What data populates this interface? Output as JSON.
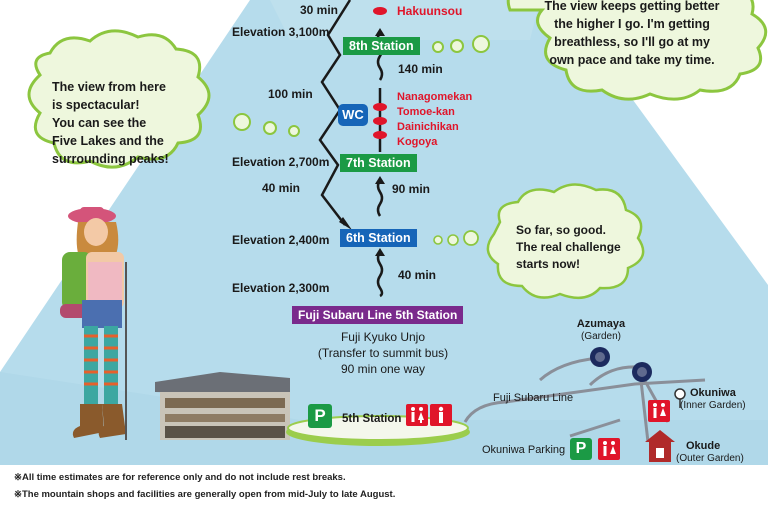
{
  "times": {
    "t_30": "30 min",
    "t_100": "100 min",
    "t_40_left": "40 min",
    "t_140": "140 min",
    "t_90": "90 min",
    "t_40_right": "40 min"
  },
  "elevations": {
    "e_3100": "Elevation 3,100m",
    "e_2700": "Elevation 2,700m",
    "e_2400": "Elevation 2,400m",
    "e_2300": "Elevation 2,300m"
  },
  "stations": {
    "s8": "8th Station",
    "s7": "7th Station",
    "s6": "6th Station",
    "s5_line": "Fuji Subaru Line 5th Station",
    "s5": "5th Station"
  },
  "huts": {
    "hakuunsou": "Hakuunsou",
    "nanagomekan": "Nanagomekan",
    "tomoekan": "Tomoe-kan",
    "dainichikan": "Dainichikan",
    "kogoya": "Kogoya"
  },
  "wc_label": "WC",
  "parking_label": "P",
  "bus_info": {
    "line1": "Fuji Kyuko Unjo",
    "line2": "(Transfer to summit bus)",
    "line3": "90 min one way"
  },
  "places": {
    "azumaya": "Azumaya",
    "azumaya_sub": "(Garden)",
    "okuniwa": "Okuniwa",
    "okuniwa_sub": "(Inner Garden)",
    "okude": "Okude",
    "okude_sub": "(Outer Garden)",
    "subaru_line": "Fuji Subaru Line",
    "okuniwa_parking": "Okuniwa Parking"
  },
  "bubbles": {
    "left": [
      "The view from here",
      "is spectacular!",
      "You can see the",
      "Five Lakes and the",
      "surrounding peaks!"
    ],
    "top_right": [
      "The view keeps getting better",
      "the higher I go. I'm getting",
      "breathless, so I'll go at my",
      "own pace and take my time."
    ],
    "mid_right": [
      "So far, so good.",
      "The real challenge",
      "starts now!"
    ]
  },
  "notes": [
    "※All time estimates are for reference only and do not include rest breaks.",
    "※The mountain shops and facilities are generally open from mid-July to late August."
  ],
  "colors": {
    "mountain": "#b6dcec",
    "mountain_snow": "#cfe9f4",
    "bubble_fill": "#eef7dd",
    "bubble_stroke": "#8cc63f",
    "green_station": "#1b9a45",
    "blue_station": "#1665b8",
    "purple_station": "#7a2a8c",
    "hut_red": "#e0152a",
    "map_line": "#8a8f99",
    "spot_navy": "#1c2a5e"
  }
}
